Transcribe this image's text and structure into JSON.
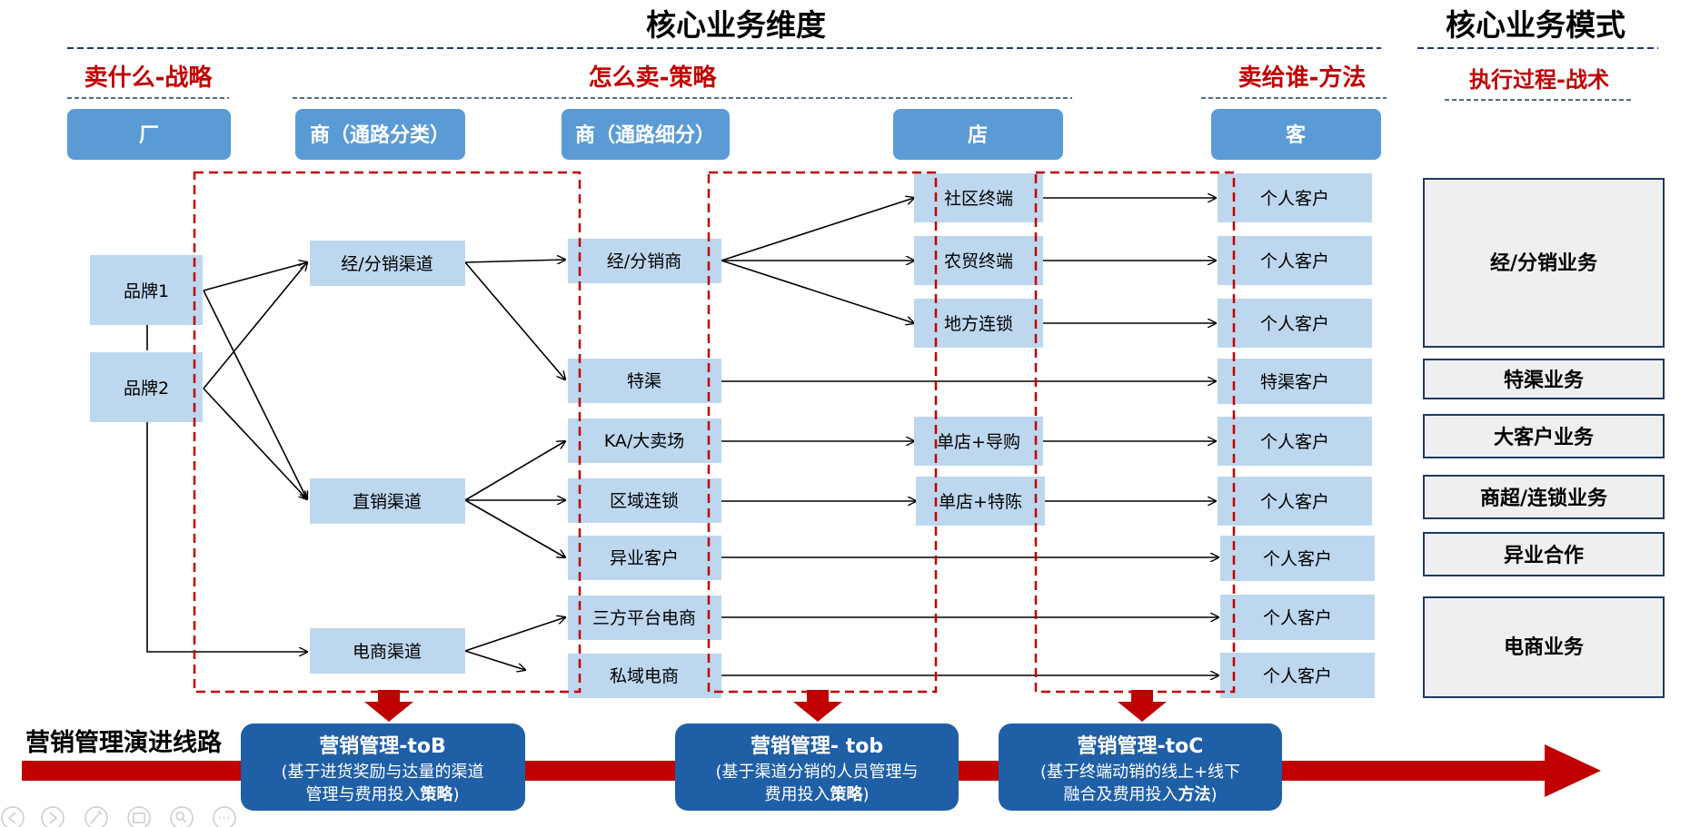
{
  "titles": {
    "dimension": "核心业务维度",
    "mode": "核心业务模式"
  },
  "sections": {
    "what": "卖什么-战略",
    "how": "怎么卖-策略",
    "whom": "卖给谁-方法",
    "exec": "执行过程-战术"
  },
  "headers": {
    "factory": "厂",
    "channel_category": "商（通路分类）",
    "channel_detail": "商（通路细分）",
    "store": "店",
    "customer": "客"
  },
  "brands": [
    "品牌1",
    "品牌2"
  ],
  "channels": [
    "经/分销渠道",
    "直销渠道",
    "电商渠道"
  ],
  "dealers": [
    "经/分销商",
    "特渠",
    "KA/大卖场",
    "区域连锁",
    "异业客户",
    "三方平台电商",
    "私域电商"
  ],
  "stores": [
    "社区终端",
    "农贸终端",
    "地方连锁",
    "单店+导购",
    "单店+特陈"
  ],
  "customers": [
    "个人客户",
    "个人客户",
    "个人客户",
    "特渠客户",
    "个人客户",
    "个人客户",
    "个人客户",
    "个人客户",
    "个人客户"
  ],
  "business_modes": [
    "经/分销业务",
    "特渠业务",
    "大客户业务",
    "商超/连锁业务",
    "异业合作",
    "电商业务"
  ],
  "evolution": {
    "label": "营销管理演进线路",
    "stages": [
      {
        "title": "营销管理-toB",
        "desc1": "(基于进货奖励与达量的渠道",
        "desc2": "管理与费用投入",
        "bold": "策略",
        "end": ")"
      },
      {
        "title": "营销管理- tob",
        "desc1": "(基于渠道分销的人员管理与",
        "desc2": "费用投入",
        "bold": "策略",
        "end": ")"
      },
      {
        "title": "营销管理-toC",
        "desc1": "(基于终端动销的线上+线下",
        "desc2": "融合及费用投入",
        "bold": "方法",
        "end": ")"
      }
    ]
  },
  "colors": {
    "header_blue": "#5b9bd5",
    "cell_blue": "#bdd7ee",
    "red": "#c00000",
    "dark_blue": "#1f5fa6",
    "navy": "#1f3864",
    "mode_fill": "#efefef"
  }
}
